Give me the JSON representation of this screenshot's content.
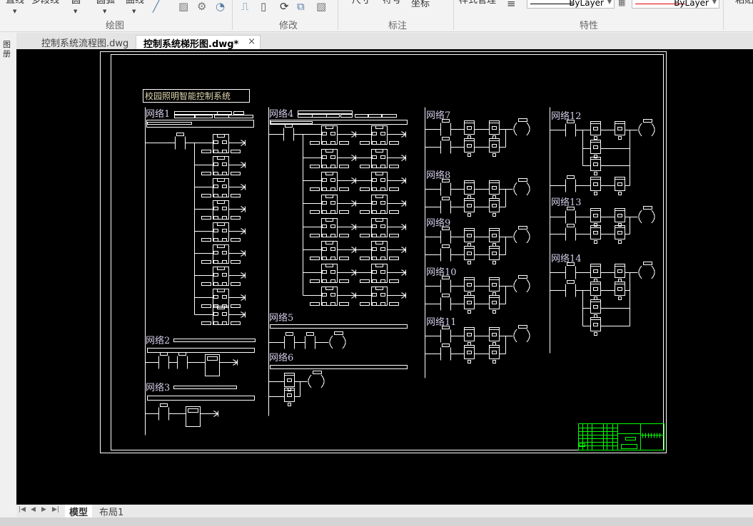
{
  "ribbon": {
    "buttons": [
      "直线",
      "多段线",
      "圆",
      "圆弧",
      "曲线",
      "尺寸",
      "符号",
      "坐标",
      "样式管理",
      "粘贴"
    ],
    "groups": [
      "绘图",
      "修改",
      "标注",
      "特性"
    ],
    "linetype": "ByLayer",
    "color": "ByLayer",
    "colors": {
      "linetype_line": "#000000",
      "color_line": "#e00000"
    }
  },
  "tabs": [
    {
      "label": "控制系统流程图.dwg",
      "active": false
    },
    {
      "label": "控制系统梯形图.dwg*",
      "active": true
    }
  ],
  "close_icon": "×",
  "left_strip_label": "图册",
  "drawing": {
    "title": "校园照明智能控制系统",
    "networks": [
      "网络1",
      "网络2",
      "网络3",
      "网络4",
      "网络5",
      "网络6",
      "网络7",
      "网络8",
      "网络9",
      "网络10",
      "网络11",
      "网络12",
      "网络13",
      "网络14"
    ],
    "colors": {
      "line": "#ffffff",
      "label": "#d4cce8",
      "title": "#e0d8b0",
      "titleblock": "#00ff00",
      "background": "#000000"
    }
  },
  "layout_tabs": [
    "模型",
    "布局1"
  ],
  "nav_icons": [
    "first-icon",
    "prev-icon",
    "next-icon",
    "last-icon"
  ]
}
